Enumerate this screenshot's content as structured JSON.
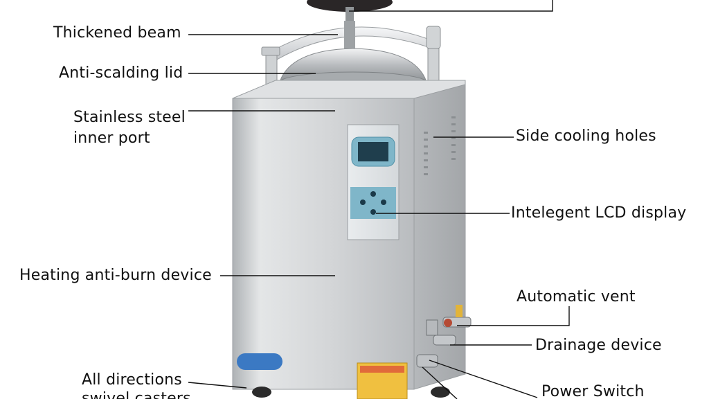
{
  "labels": {
    "thickened_beam": "Thickened beam",
    "anti_scalding_lid": "Anti-scalding lid",
    "stainless_steel_inner_port_line1": "Stainless steel",
    "stainless_steel_inner_port_line2": "inner port",
    "side_cooling_holes": "Side cooling holes",
    "intelligent_lcd_display": "Intelegent LCD display",
    "heating_anti_burn_device": "Heating anti-burn device",
    "automatic_vent": "Automatic vent",
    "drainage_device": "Drainage device",
    "all_directions_line1": "All directions",
    "all_directions_line2": "swivel casters",
    "power_switch": "Power Switch"
  },
  "colors": {
    "leader_line": "#111111",
    "cabinet_steel": "#c9ccce",
    "lcd_panel": "#7fb6c9",
    "lid": "#b9bcc0"
  }
}
